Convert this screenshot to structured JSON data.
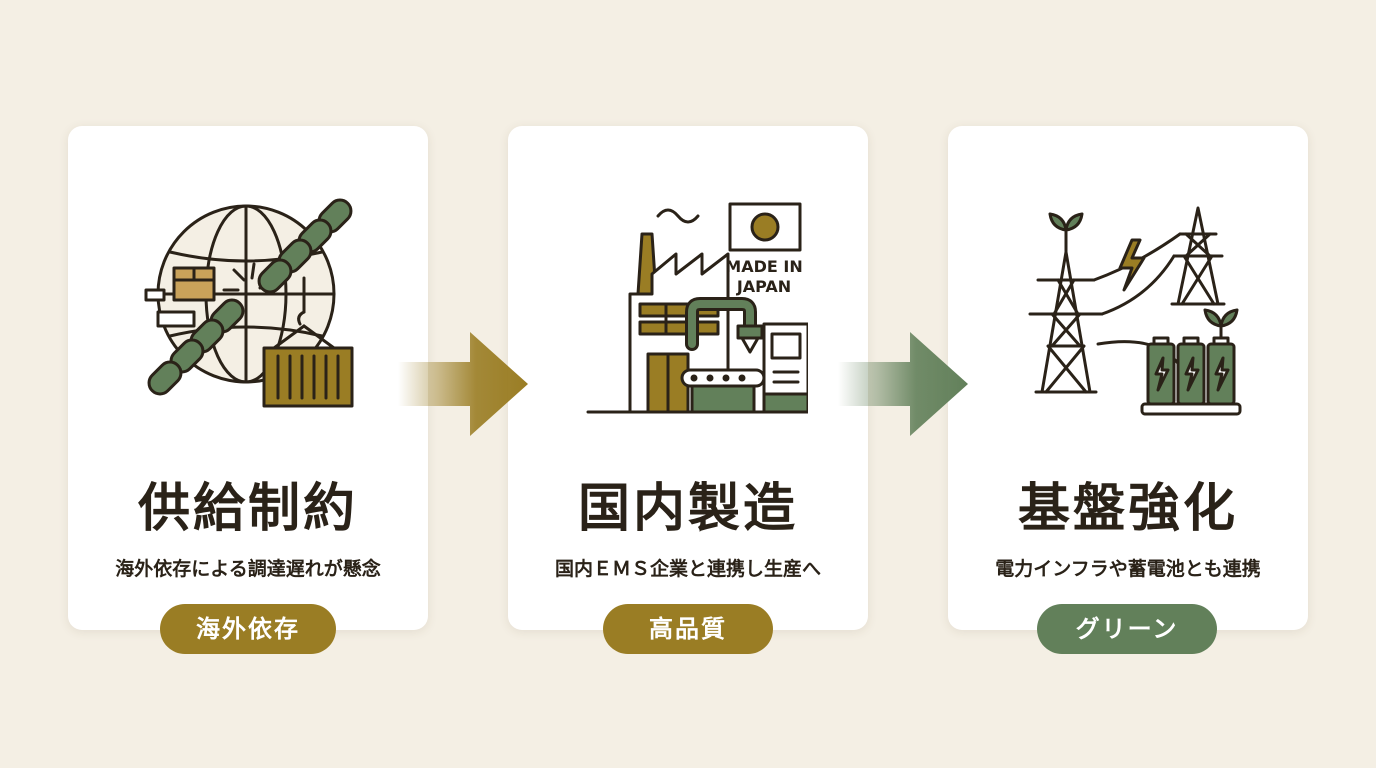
{
  "colors": {
    "background": "#f4efe4",
    "ink": "#2a2218",
    "gold": "#9a7d24",
    "green": "#62805a",
    "dark_green": "#5e7a4e"
  },
  "steps": [
    {
      "title": "供給制約",
      "description": "海外依存による調達遅れが懸念",
      "badge": "海外依存",
      "icon": "globe-chain-container-icon"
    },
    {
      "title": "国内製造",
      "description": "国内ＥＭＳ企業と連携し生産へ",
      "badge": "高品質",
      "icon": "factory-made-in-japan-icon",
      "flag_label": "MADE IN JAPAN"
    },
    {
      "title": "基盤強化",
      "description": "電力インフラや蓄電池とも連携",
      "badge": "グリーン",
      "icon": "power-tower-battery-icon"
    }
  ],
  "arrows": [
    {
      "color": "#9a7d24",
      "icon": "arrow-right-icon"
    },
    {
      "color": "#62805a",
      "icon": "arrow-right-icon"
    }
  ]
}
